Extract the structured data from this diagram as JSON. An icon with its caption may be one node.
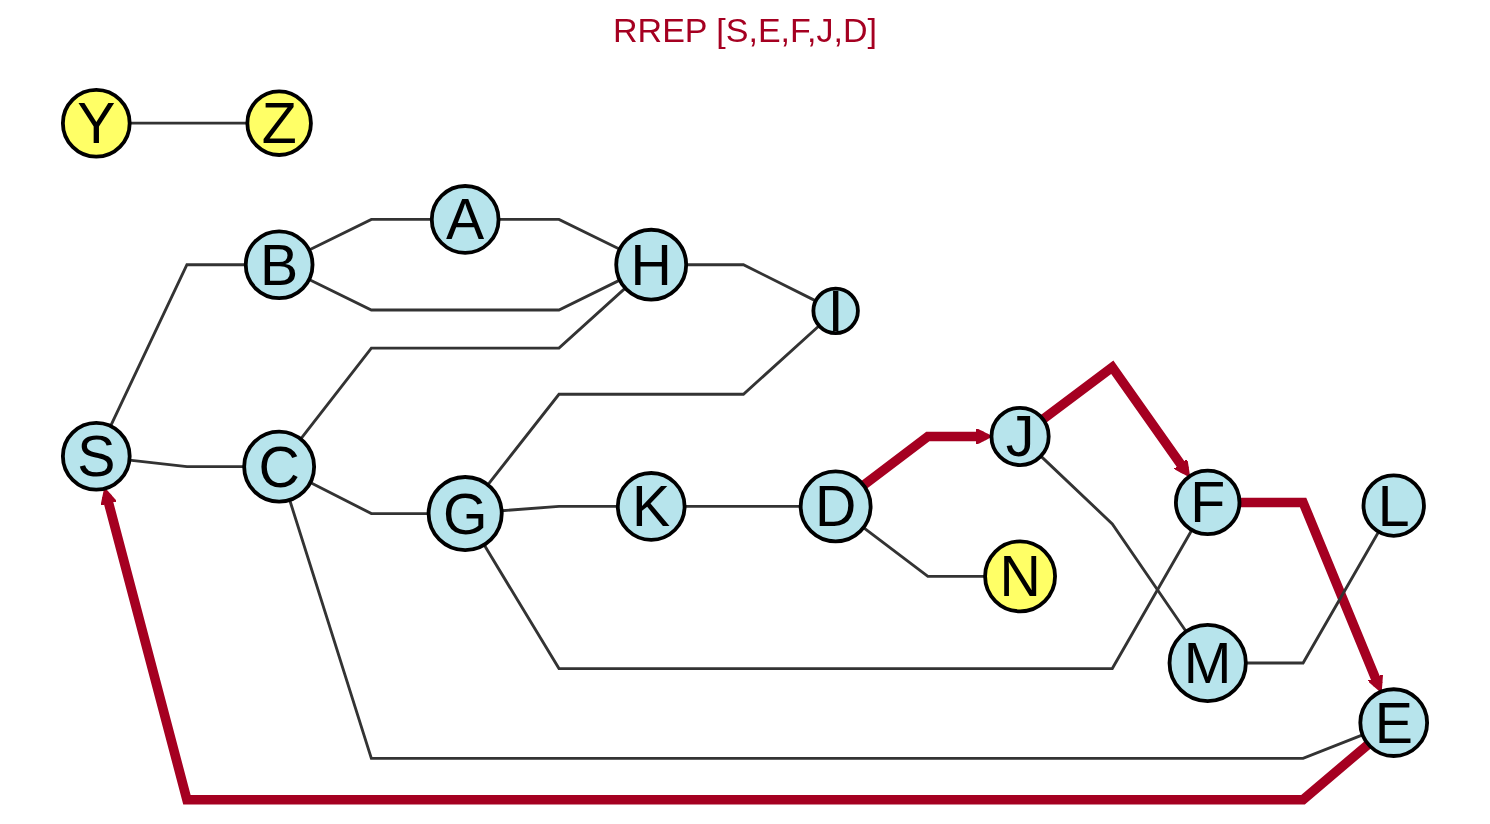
{
  "diagram": {
    "nodes": [
      {
        "text": [
          "Y"
        ]
      },
      {
        "text": [
          "Z"
        ]
      },
      {
        "text": [
          "S"
        ]
      },
      {
        "text": [
          "E"
        ]
      },
      {
        "text": [
          "F"
        ]
      },
      {
        "text": [
          "B"
        ]
      },
      {
        "text": [
          "C"
        ]
      },
      {
        "text": [
          "J"
        ]
      },
      {
        "text": [
          "M"
        ]
      },
      {
        "text": [
          "L"
        ]
      },
      {
        "text": [
          "A"
        ]
      },
      {
        "text": [
          "G"
        ]
      },
      {
        "text": [
          "H"
        ]
      },
      {
        "text": [
          "D"
        ]
      },
      {
        "text": [
          "K"
        ]
      },
      {
        "text": [
          "I"
        ]
      },
      {
        "text": [
          "N"
        ]
      }
    ],
    "edges": [
      {
        "from": 0,
        "to": 1,
        "arrow": "none"
      },
      {
        "from": 3,
        "to": 2,
        "arrow": "to",
        "style": "thick",
        "color": "#a50021"
      },
      {
        "from": 2,
        "to": 5,
        "arrow": "none"
      },
      {
        "from": 2,
        "to": 6,
        "arrow": "none"
      },
      {
        "from": 3,
        "to": 6,
        "arrow": "none"
      },
      {
        "from": 4,
        "to": 3,
        "arrow": "to",
        "style": "thick",
        "color": "#a50021"
      },
      {
        "from": 5,
        "to": 10,
        "arrow": "none"
      },
      {
        "from": 5,
        "to": 12,
        "arrow": "none"
      },
      {
        "from": 7,
        "to": 4,
        "arrow": "to",
        "style": "thick",
        "color": "#a50021"
      },
      {
        "from": 7,
        "to": 8,
        "arrow": "none"
      },
      {
        "from": 8,
        "to": 9,
        "arrow": "none"
      },
      {
        "from": 10,
        "to": 12,
        "arrow": "none"
      },
      {
        "from": 6,
        "to": 12,
        "arrow": "none"
      },
      {
        "from": 6,
        "to": 11,
        "arrow": "none"
      },
      {
        "from": 4,
        "to": 11,
        "arrow": "none"
      },
      {
        "from": 13,
        "to": 7,
        "arrow": "to",
        "style": "thick",
        "color": "#a50021"
      },
      {
        "from": 11,
        "to": 15,
        "arrow": "none"
      },
      {
        "from": 12,
        "to": 15,
        "arrow": "none"
      },
      {
        "from": 11,
        "to": 14,
        "arrow": "none"
      },
      {
        "from": 14,
        "to": 13,
        "arrow": "none"
      },
      {
        "from": 13,
        "to": 16,
        "arrow": "none"
      }
    ],
    "labels": [
      "RREP [S,E,F,J,D]"
    ]
  }
}
